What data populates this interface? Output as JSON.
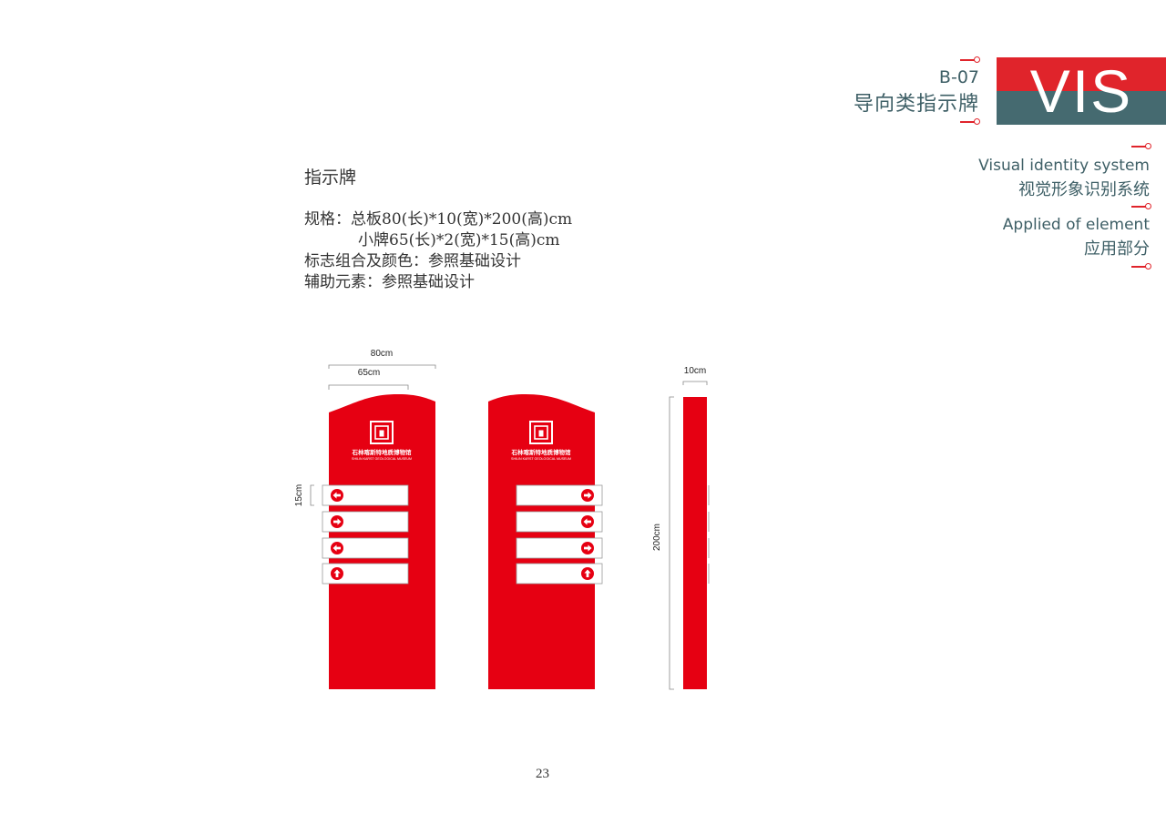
{
  "header": {
    "code": "B-07",
    "title": "导向类指示牌",
    "vis": "VIS",
    "vis_top_color": "#e0242b",
    "vis_bottom_color": "#456a70"
  },
  "sidebar": {
    "line1_en": "Visual identity system",
    "line1_cn": "视觉形象识别系统",
    "line2_en": "Applied of element",
    "line2_cn": "应用部分"
  },
  "content": {
    "heading": "指示牌",
    "spec_label": "规格：",
    "spec_total": "总板80(长)*10(宽)*200(高)cm",
    "spec_small": "小牌65(长)*2(宽)*15(高)cm",
    "logo_color": "标志组合及颜色：参照基础设计",
    "aux": "辅助元素：参照基础设计"
  },
  "drawing": {
    "dim_80": "80cm",
    "dim_65": "65cm",
    "dim_15": "15cm",
    "dim_10": "10cm",
    "dim_200": "200cm",
    "logo_cn": "石林喀斯特地质博物馆",
    "logo_en": "SHILIN KARST GEOLOGICAL MUSEUM",
    "sign_color": "#e60012",
    "front_arrows": [
      "left-arrow-icon",
      "right-arrow-icon",
      "left-arrow-icon",
      "up-arrow-icon"
    ],
    "back_arrows": [
      "right-arrow-icon",
      "left-arrow-icon",
      "right-arrow-icon",
      "up-arrow-icon"
    ]
  },
  "page": {
    "number": "23"
  }
}
